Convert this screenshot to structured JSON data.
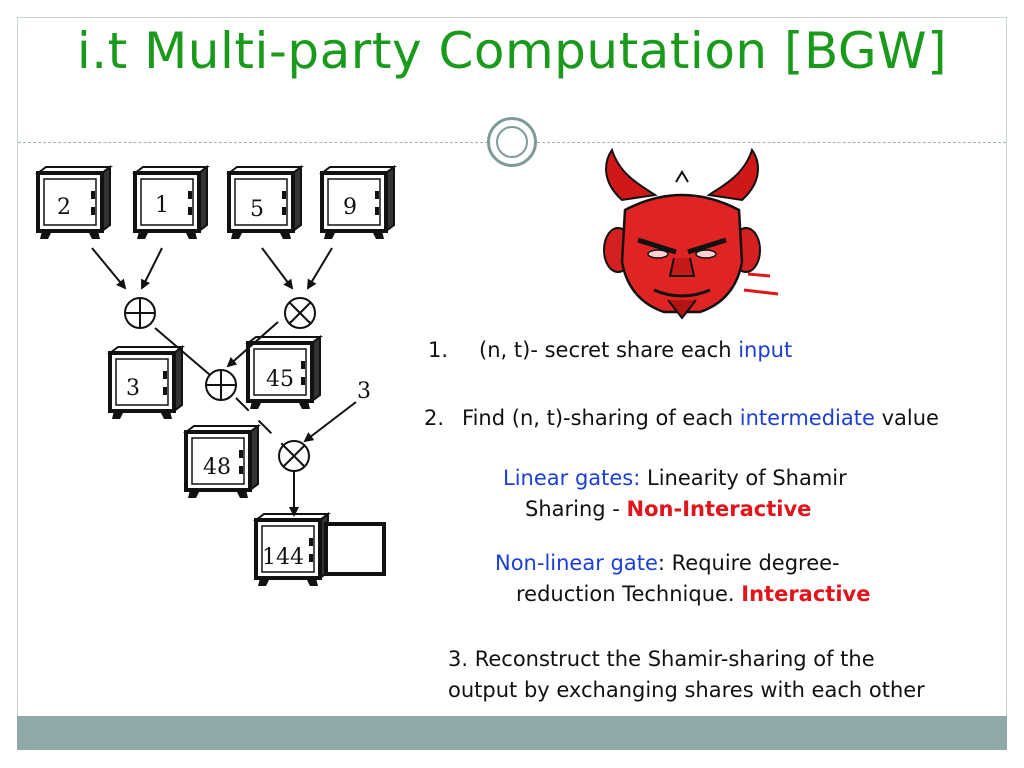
{
  "title": "i.t Multi-party Computation [BGW]",
  "diagram": {
    "inputs": [
      "2",
      "1",
      "5",
      "9"
    ],
    "add_result": "3",
    "mul_result": "45",
    "second_add_result": "48",
    "constant": "3",
    "output": "144",
    "adversary_icon": "devil-head-icon"
  },
  "steps": {
    "step1": {
      "num": "1.",
      "text_pre": "(n, t)- secret share each ",
      "highlight": "input"
    },
    "step2": {
      "num": "2.",
      "text_pre": "Find (n, t)-sharing of each ",
      "highlight": "intermediate",
      "text_post": " value"
    },
    "linear": {
      "label": "Linear gates:",
      "text": " Linearity of Shamir",
      "line2_pre": "Sharing - ",
      "tag": "Non-Interactive"
    },
    "nonlinear": {
      "label": "Non-linear gate",
      "colon": ":",
      "text": " Require degree-",
      "line2_pre": "reduction Technique. ",
      "tag": "Interactive"
    },
    "step3": {
      "line1": "3. Reconstruct the Shamir-sharing of the",
      "line2": "output by exchanging shares with each other"
    }
  },
  "colors": {
    "title": "#1a9a1a",
    "highlight": "#1a3fd6",
    "emphasis": "#e0141a",
    "footer": "#8fa9a9"
  }
}
